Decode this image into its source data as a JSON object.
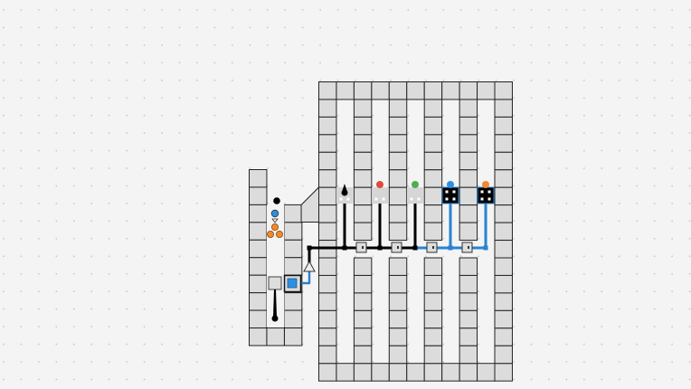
{
  "colors": {
    "background": "#f4f4f4",
    "wall": "#dcdcdc",
    "wall_stroke": "#222222",
    "floor": "#f4f4f4",
    "wire_black": "#000000",
    "wire_blue": "#2a82d0",
    "red": "#e04a3a",
    "green": "#4caf50",
    "blue": "#2e8fe0",
    "orange": "#f08a30"
  },
  "outputs": [
    {
      "marker": "arrow-marker",
      "color": "#000000",
      "block": "light"
    },
    {
      "marker": "red-dot",
      "color": "#e04a3a",
      "block": "light"
    },
    {
      "marker": "green-dot",
      "color": "#4caf50",
      "block": "light"
    },
    {
      "marker": "blue-dot",
      "color": "#2e8fe0",
      "block": "dark"
    },
    {
      "marker": "orange-dot",
      "color": "#f08a30",
      "block": "dark"
    }
  ],
  "icons": [
    "player-ball-icon",
    "blue-gem-icon",
    "orange-cluster-icon",
    "gate-arrow-icon",
    "blue-switch-icon",
    "junction-icon"
  ]
}
